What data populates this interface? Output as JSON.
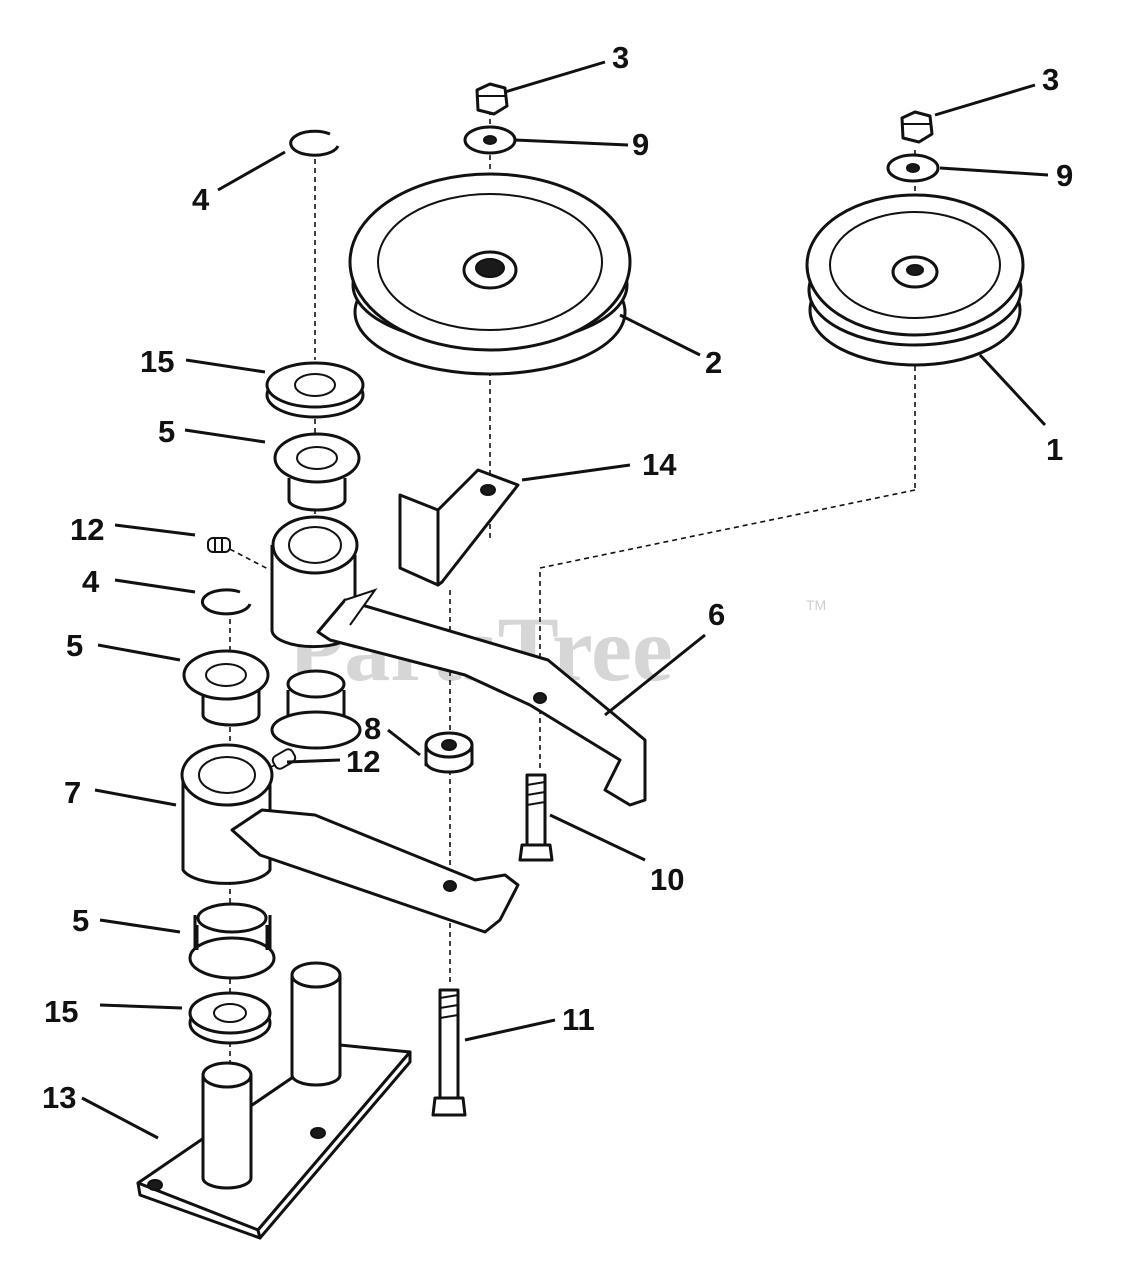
{
  "watermark": {
    "text": "PartsTree",
    "mark": "TM"
  },
  "callouts": [
    {
      "key": "c3a",
      "label": "3"
    },
    {
      "key": "c3b",
      "label": "3"
    },
    {
      "key": "c9a",
      "label": "9"
    },
    {
      "key": "c9b",
      "label": "9"
    },
    {
      "key": "c4a",
      "label": "4"
    },
    {
      "key": "c4b",
      "label": "4"
    },
    {
      "key": "c2",
      "label": "2"
    },
    {
      "key": "c1",
      "label": "1"
    },
    {
      "key": "c15a",
      "label": "15"
    },
    {
      "key": "c15b",
      "label": "15"
    },
    {
      "key": "c5a",
      "label": "5"
    },
    {
      "key": "c5b",
      "label": "5"
    },
    {
      "key": "c5c",
      "label": "5"
    },
    {
      "key": "c14",
      "label": "14"
    },
    {
      "key": "c12a",
      "label": "12"
    },
    {
      "key": "c12b",
      "label": "12"
    },
    {
      "key": "c6",
      "label": "6"
    },
    {
      "key": "c8",
      "label": "8"
    },
    {
      "key": "c7",
      "label": "7"
    },
    {
      "key": "c10",
      "label": "10"
    },
    {
      "key": "c11",
      "label": "11"
    },
    {
      "key": "c13",
      "label": "13"
    }
  ]
}
